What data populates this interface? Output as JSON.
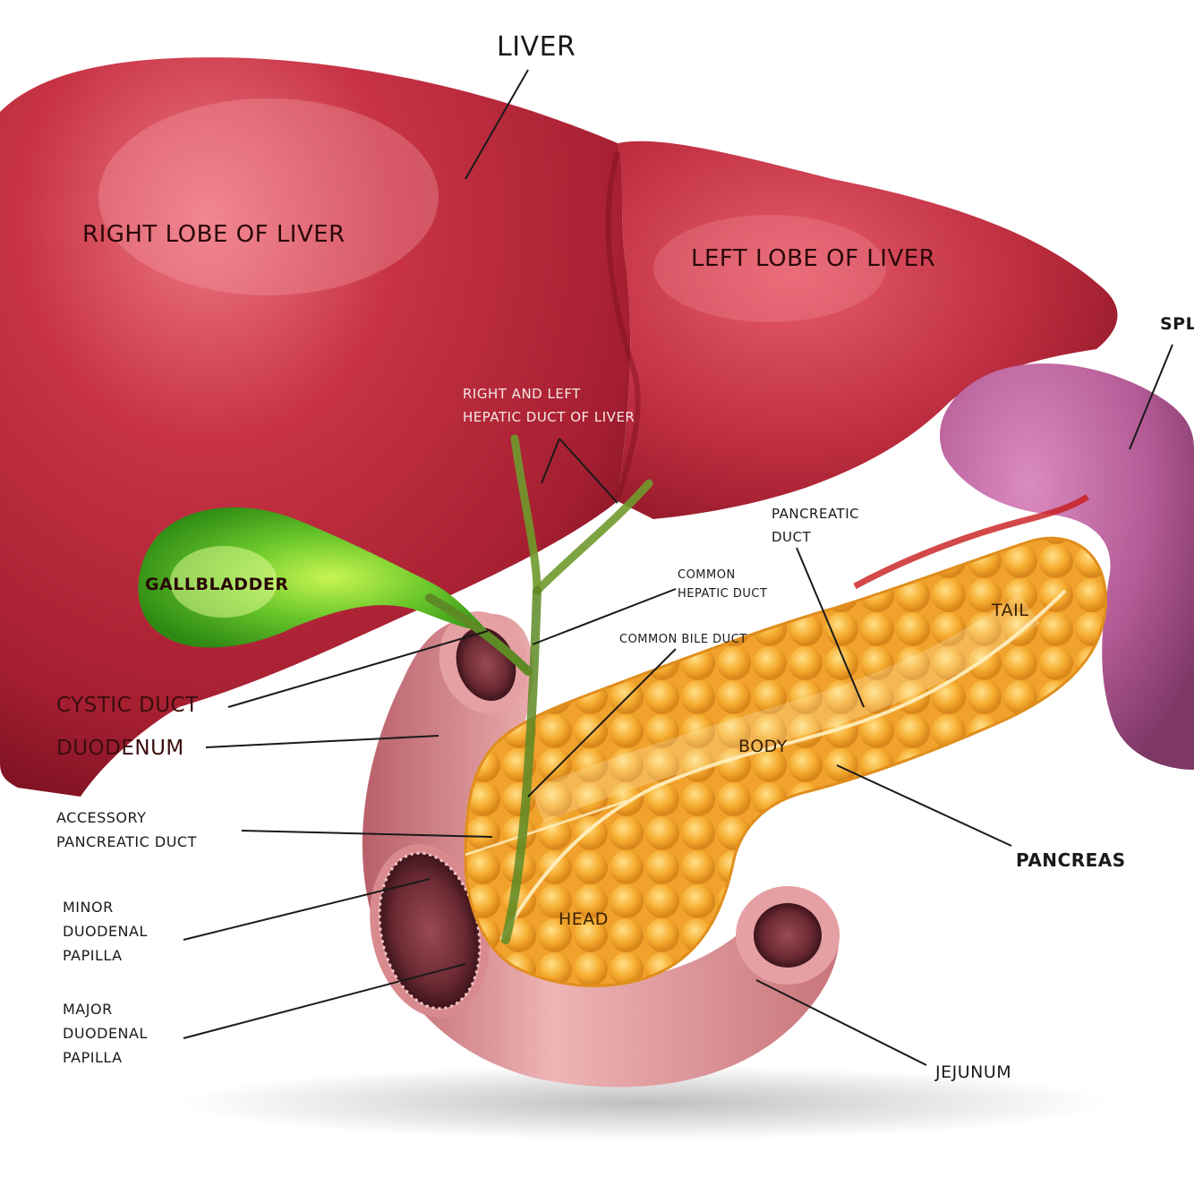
{
  "labels": {
    "liver": "LIVER",
    "right_lobe": "RIGHT LOBE OF LIVER",
    "left_lobe": "LEFT LOBE OF LIVER",
    "spleen_partial": "SPL",
    "hepatic_ducts_line1": "RIGHT AND LEFT",
    "hepatic_ducts_line2": "HEPATIC DUCT OF LIVER",
    "gallbladder": "GALLBLADDER",
    "pancreatic_duct_line1": "PANCREATIC",
    "pancreatic_duct_line2": "DUCT",
    "common_hepatic_line1": "COMMON",
    "common_hepatic_line2": "HEPATIC DUCT",
    "common_bile_duct": "COMMON BILE DUCT",
    "tail": "TAIL",
    "cystic_duct": "CYSTIC DUCT",
    "duodenum": "DUODENUM",
    "body": "BODY",
    "accessory_line1": "ACCESSORY",
    "accessory_line2": "PANCREATIC DUCT",
    "pancreas": "PANCREAS",
    "minor_line1": "MINOR",
    "minor_line2": "DUODENAL",
    "minor_line3": "PAPILLA",
    "head": "HEAD",
    "major_line1": "MAJOR",
    "major_line2": "DUODENAL",
    "major_line3": "PAPILLA",
    "jejunum": "JEJUNUM"
  },
  "colors": {
    "liver": "#b3283a",
    "liver_highlight": "#e8606d",
    "liver_shadow": "#7a1020",
    "gallbladder": "#3fae1c",
    "gallbladder_highlight": "#b6f24a",
    "bile_duct": "#5e8a26",
    "pancreas": "#f2a62a",
    "pancreas_highlight": "#ffd66e",
    "spleen": "#b45a96",
    "duodenum": "#e7a3a3",
    "duodenum_lumen": "#6b2a33",
    "artery": "#c81a1a",
    "leader_line": "#1a1a1a"
  }
}
